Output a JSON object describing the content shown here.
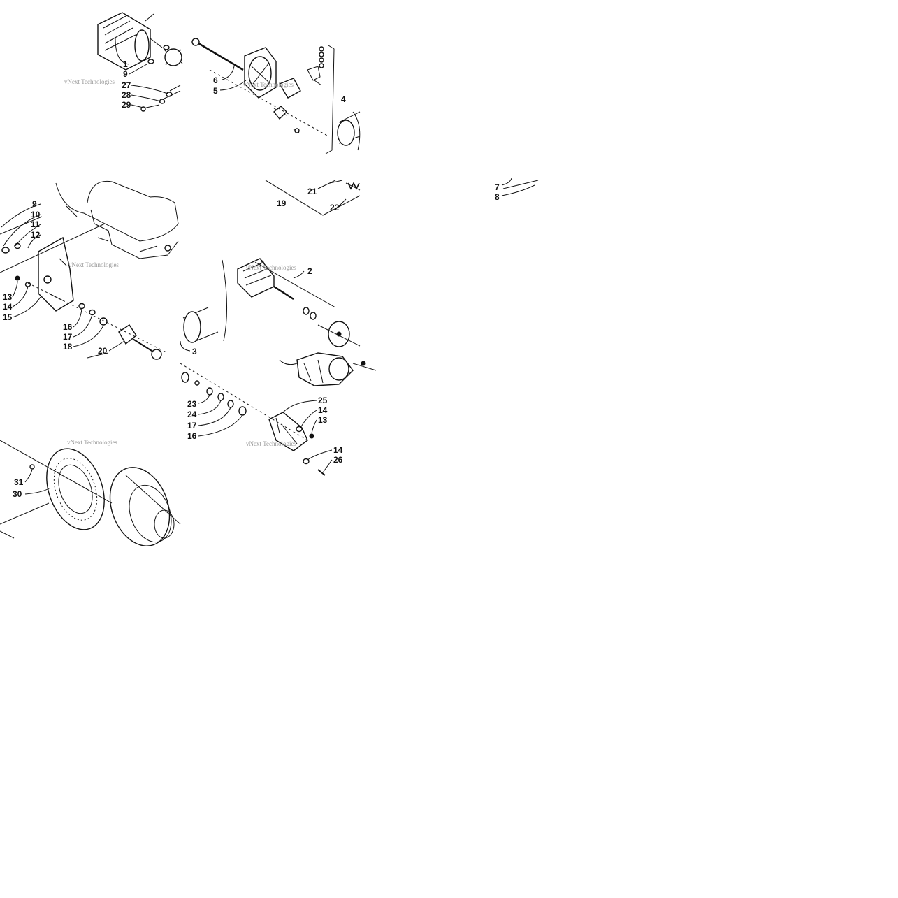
{
  "diagram": {
    "callouts": [
      "1",
      "9",
      "27",
      "28",
      "29",
      "6",
      "5",
      "4",
      "21",
      "19",
      "22",
      "7",
      "8",
      "10",
      "11",
      "12",
      "13",
      "14",
      "15",
      "16",
      "17",
      "18",
      "20",
      "3",
      "2",
      "23",
      "24",
      "25",
      "26",
      "30",
      "31"
    ],
    "watermark": "vNext Technologies"
  }
}
